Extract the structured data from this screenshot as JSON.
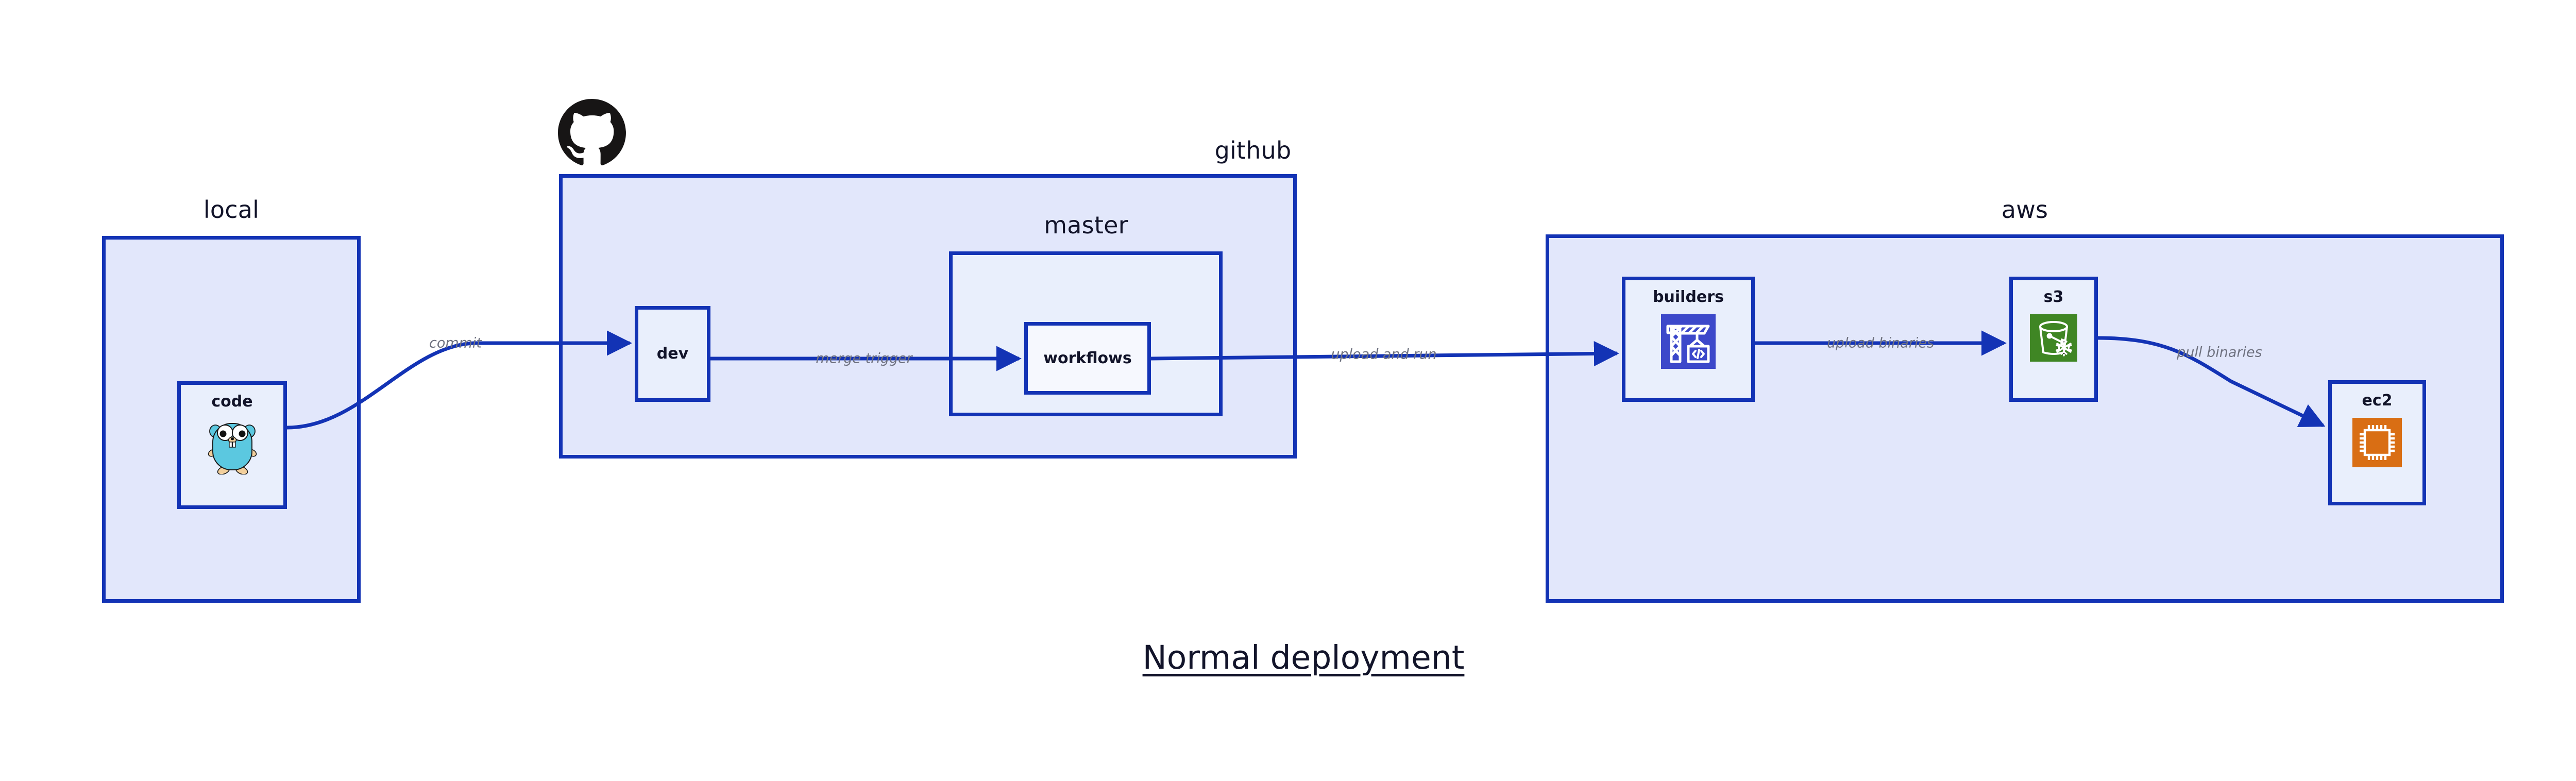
{
  "diagram": {
    "title": "Normal deployment",
    "accent_border": "#1333b5",
    "cluster_fill": "#e2e7fb",
    "node_fill": "#e9effc",
    "label_color": "#12142a",
    "edge_label_color": "#6f7280"
  },
  "clusters": [
    {
      "id": "local",
      "label": "local"
    },
    {
      "id": "github",
      "label": "github"
    },
    {
      "id": "master",
      "label": "master"
    },
    {
      "id": "aws",
      "label": "aws"
    }
  ],
  "nodes": [
    {
      "id": "code",
      "label": "code",
      "icon": "go-gopher-icon",
      "icon_color": "#5bc8e0"
    },
    {
      "id": "dev",
      "label": "dev",
      "icon": "none",
      "icon_color": ""
    },
    {
      "id": "workflows",
      "label": "workflows",
      "icon": "none",
      "icon_color": ""
    },
    {
      "id": "builders",
      "label": "builders",
      "icon": "aws-codebuild-icon",
      "icon_color": "#3c48ca"
    },
    {
      "id": "s3",
      "label": "s3",
      "icon": "aws-s3-glacier-icon",
      "icon_color": "#3f8624"
    },
    {
      "id": "ec2",
      "label": "ec2",
      "icon": "aws-ec2-chip-icon",
      "icon_color": "#d96e14"
    }
  ],
  "edges": [
    {
      "id": "code-to-dev",
      "from": "code",
      "to": "dev",
      "label": "commit"
    },
    {
      "id": "dev-to-workflows",
      "from": "dev",
      "to": "workflows",
      "label": "merge trigger"
    },
    {
      "id": "workflows-to-builders",
      "from": "workflows",
      "to": "builders",
      "label": "upload and run"
    },
    {
      "id": "builders-to-s3",
      "from": "builders",
      "to": "s3",
      "label": "upload binaries"
    },
    {
      "id": "s3-to-ec2",
      "from": "s3",
      "to": "ec2",
      "label": "pull binaries"
    }
  ],
  "logos": [
    {
      "id": "github-octocat",
      "name": "github-octocat-logo",
      "color": "#171515"
    }
  ]
}
